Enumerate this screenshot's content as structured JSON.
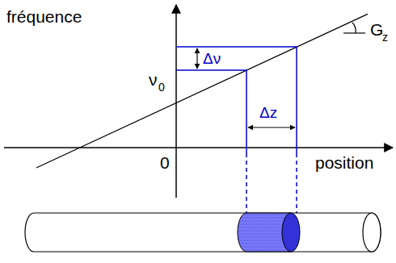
{
  "diagram": {
    "labels": [
      "fréquence",
      "G",
      "z",
      "Δν",
      "ν",
      "0",
      "Δz",
      "0",
      "position"
    ]
  }
}
